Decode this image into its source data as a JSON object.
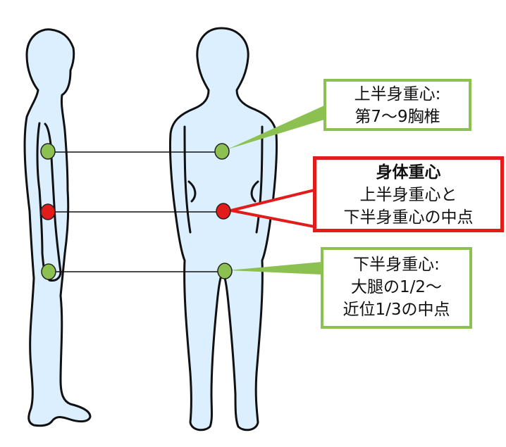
{
  "colors": {
    "figure_fill": "#dcefff",
    "figure_outline": "#111111",
    "green": "#8cc152",
    "red": "#e21b1b",
    "connector_line": "#111111"
  },
  "callouts": {
    "upper": {
      "lines": [
        "上半身重心:",
        "第7〜9胸椎"
      ]
    },
    "body": {
      "title": "身体重心",
      "lines": [
        "上半身重心と",
        "下半身重心の中点"
      ]
    },
    "lower": {
      "lines": [
        "下半身重心:",
        "大腿の1/2〜",
        "近位1/3の中点"
      ]
    }
  },
  "markers": [
    {
      "name": "upper-body-center-of-gravity",
      "color": "green"
    },
    {
      "name": "whole-body-center-of-gravity",
      "color": "red"
    },
    {
      "name": "lower-body-center-of-gravity",
      "color": "green"
    }
  ]
}
